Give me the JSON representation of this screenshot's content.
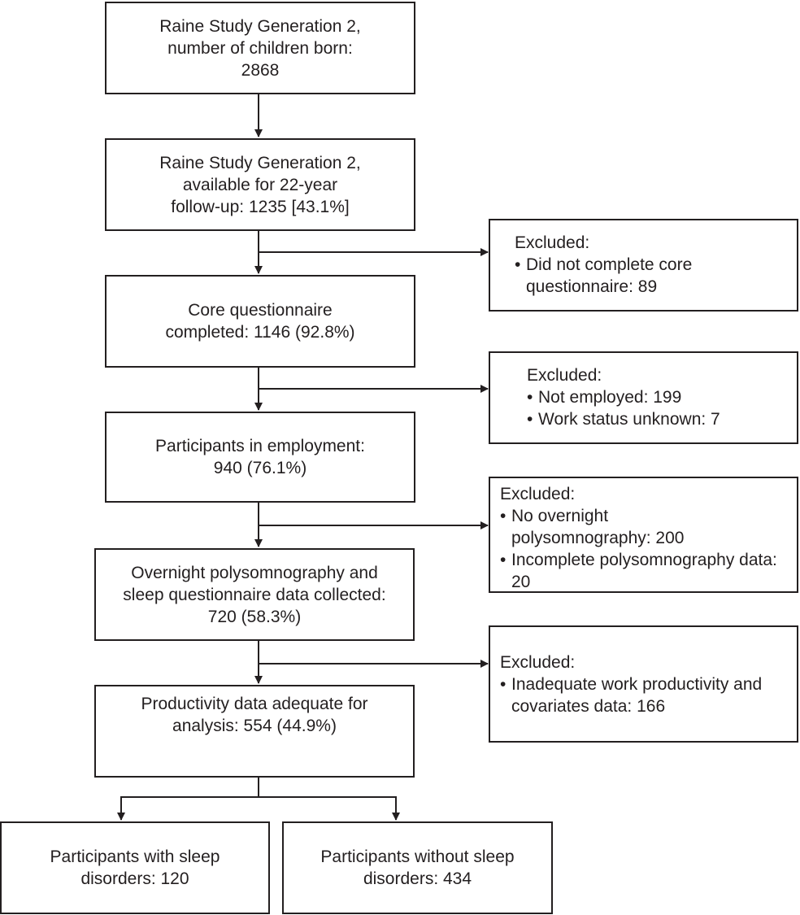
{
  "nodes": {
    "born": [
      "Raine Study Generation 2,",
      "number of children born:",
      "2868"
    ],
    "available": [
      "Raine Study Generation 2,",
      "available for 22-year",
      "follow-up: 1235 [43.1%]"
    ],
    "core": [
      "Core questionnaire",
      "completed: 1146 (92.8%)"
    ],
    "employed": [
      "Participants in employment:",
      "940 (76.1%)"
    ],
    "psg": [
      "Overnight polysomnography and",
      "sleep questionnaire data collected:",
      "720 (58.3%)"
    ],
    "productivity": [
      "Productivity data adequate for",
      "analysis: 554 (44.9%)"
    ],
    "with_disorders": [
      "Participants with sleep",
      "disorders: 120"
    ],
    "without_disorders": [
      "Participants without sleep",
      "disorders: 434"
    ]
  },
  "exclusions": {
    "ex1": {
      "heading": "Excluded:",
      "items": [
        "Did not complete core questionnaire: 89"
      ]
    },
    "ex2": {
      "heading": "Excluded:",
      "items": [
        "Not employed: 199",
        "Work status unknown: 7"
      ]
    },
    "ex3": {
      "heading": "Excluded:",
      "items": [
        "No overnight polysomnography: 200",
        "Incomplete polysomnography data: 20"
      ]
    },
    "ex4": {
      "heading": "Excluded:",
      "items": [
        "Inadequate work productivity and covariates data: 166"
      ]
    }
  },
  "colors": {
    "stroke": "#231f20",
    "background": "#ffffff"
  }
}
